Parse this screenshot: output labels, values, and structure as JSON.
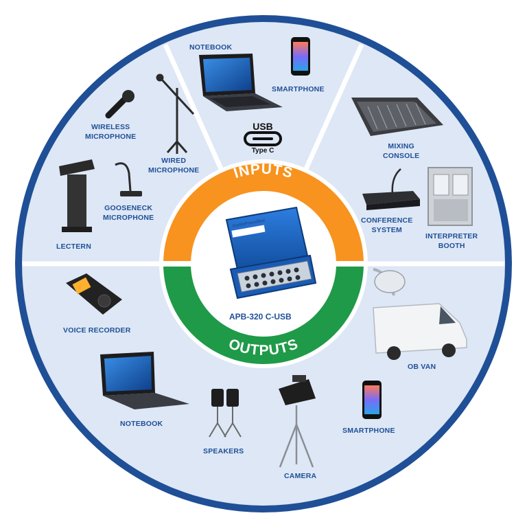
{
  "center": {
    "inputs_label": "INPUTS",
    "outputs_label": "OUTPUTS",
    "device_name": "APB-320 C-USB",
    "device_brand": "AudioPressBox"
  },
  "usb": {
    "title": "USB",
    "subtitle": "Type C"
  },
  "inputs": {
    "notebook": "NOTEBOOK",
    "smartphone": "SMARTPHONE",
    "wireless_mic": [
      "WIRELESS",
      "MICROPHONE"
    ],
    "wired_mic": [
      "WIRED",
      "MICROPHONE"
    ],
    "gooseneck_mic": [
      "GOOSENECK",
      "MICROPHONE"
    ],
    "lectern": "LECTERN",
    "mixing_console": [
      "MIXING",
      "CONSOLE"
    ],
    "conference_system": [
      "CONFERENCE",
      "SYSTEM"
    ],
    "interpreter_booth": [
      "INTERPRETER",
      "BOOTH"
    ]
  },
  "outputs": {
    "voice_recorder": "VOICE RECORDER",
    "notebook": "NOTEBOOK",
    "speakers": "SPEAKERS",
    "camera": "CAMERA",
    "smartphone": "SMARTPHONE",
    "ob_van": "OB VAN"
  },
  "colors": {
    "outer_ring": "#1f4f96",
    "background": "#dde7f5",
    "divider": "#ffffff",
    "inputs_ring": "#f7931e",
    "outputs_ring": "#1f9a48",
    "label_text": "#1f4f96"
  }
}
